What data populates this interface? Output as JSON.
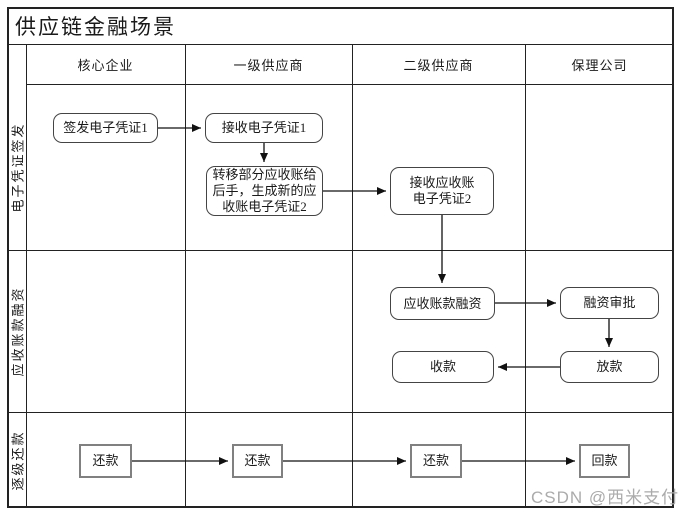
{
  "title": "供应链金融场景",
  "lanes": [
    "核心企业",
    "一级供应商",
    "二级供应商",
    "保理公司"
  ],
  "phases": [
    "电子凭证签发",
    "应收账款融资",
    "逐级还款"
  ],
  "nodes": {
    "issue_cert1": "签发电子凭证1",
    "recv_cert1": "接收电子凭证1",
    "transfer_cert2": "转移部分应收账给\n后手，生成新的应\n收账电子凭证2",
    "recv_cert2": "接收应收账\n电子凭证2",
    "ar_financing": "应收账款融资",
    "financing_approval": "融资审批",
    "receive_payment": "收款",
    "loan_disbursement": "放款",
    "repay_core": "还款",
    "repay_tier1": "还款",
    "repay_tier2": "还款",
    "return_payment": "回款"
  },
  "watermark": "CSDN @西米支付",
  "colors": {
    "line": "#222222",
    "node_border": "#444444",
    "repay_border": "#808080",
    "watermark": "#ababab",
    "background": "#ffffff",
    "text": "#1a1a1a"
  }
}
